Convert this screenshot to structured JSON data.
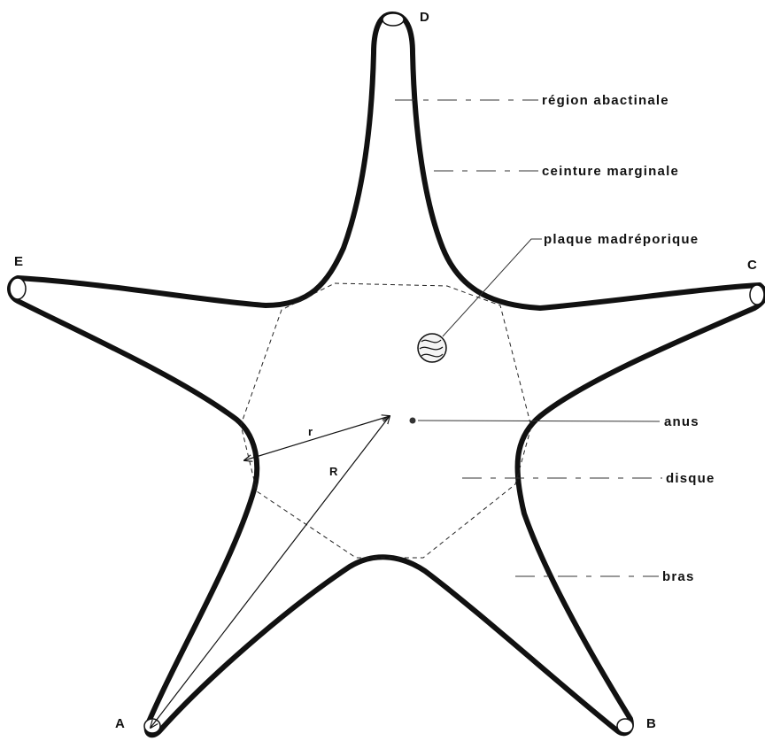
{
  "vertices": {
    "a": "A",
    "b": "B",
    "c": "C",
    "d": "D",
    "e": "E"
  },
  "labels": {
    "region_abactinale": "région abactinale",
    "ceinture_marginale": "ceinture marginale",
    "plaque_madreporique": "plaque madréporique",
    "anus": "anus",
    "disque": "disque",
    "bras": "bras"
  },
  "measures": {
    "small_radius": "r",
    "large_radius": "R"
  }
}
